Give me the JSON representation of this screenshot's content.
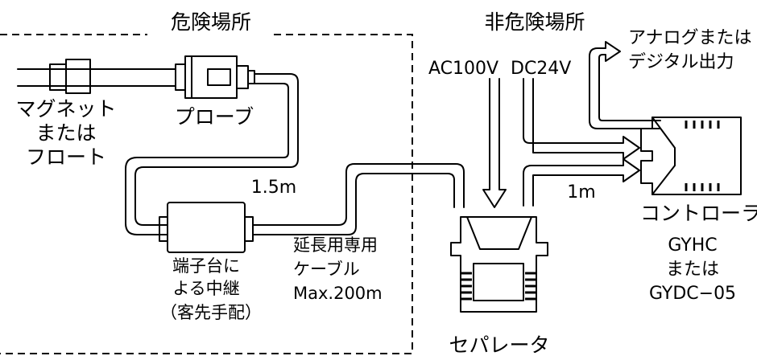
{
  "zones": {
    "hazardous": "危険場所",
    "non_hazardous": "非危険場所"
  },
  "components": {
    "magnet_float": [
      "マグネット",
      "または",
      "フロート"
    ],
    "probe": "プローブ",
    "junction": [
      "端子台に",
      "よる中継",
      "（客先手配）"
    ],
    "separator": "セパレータ",
    "controller": "コントローラ",
    "controller_models": [
      "GYHC",
      "または",
      "GYDC−05"
    ]
  },
  "cables": {
    "probe_cable_length": "1.5m",
    "extension_cable": [
      "延長用専用",
      "ケーブル",
      "Max.200m"
    ],
    "controller_cable_length": "1m"
  },
  "power": {
    "ac": "AC100V",
    "dc": "DC24V"
  },
  "output": [
    "アナログまたは",
    "デジタル出力"
  ],
  "colors": {
    "line": "#000000",
    "background": "#ffffff"
  }
}
